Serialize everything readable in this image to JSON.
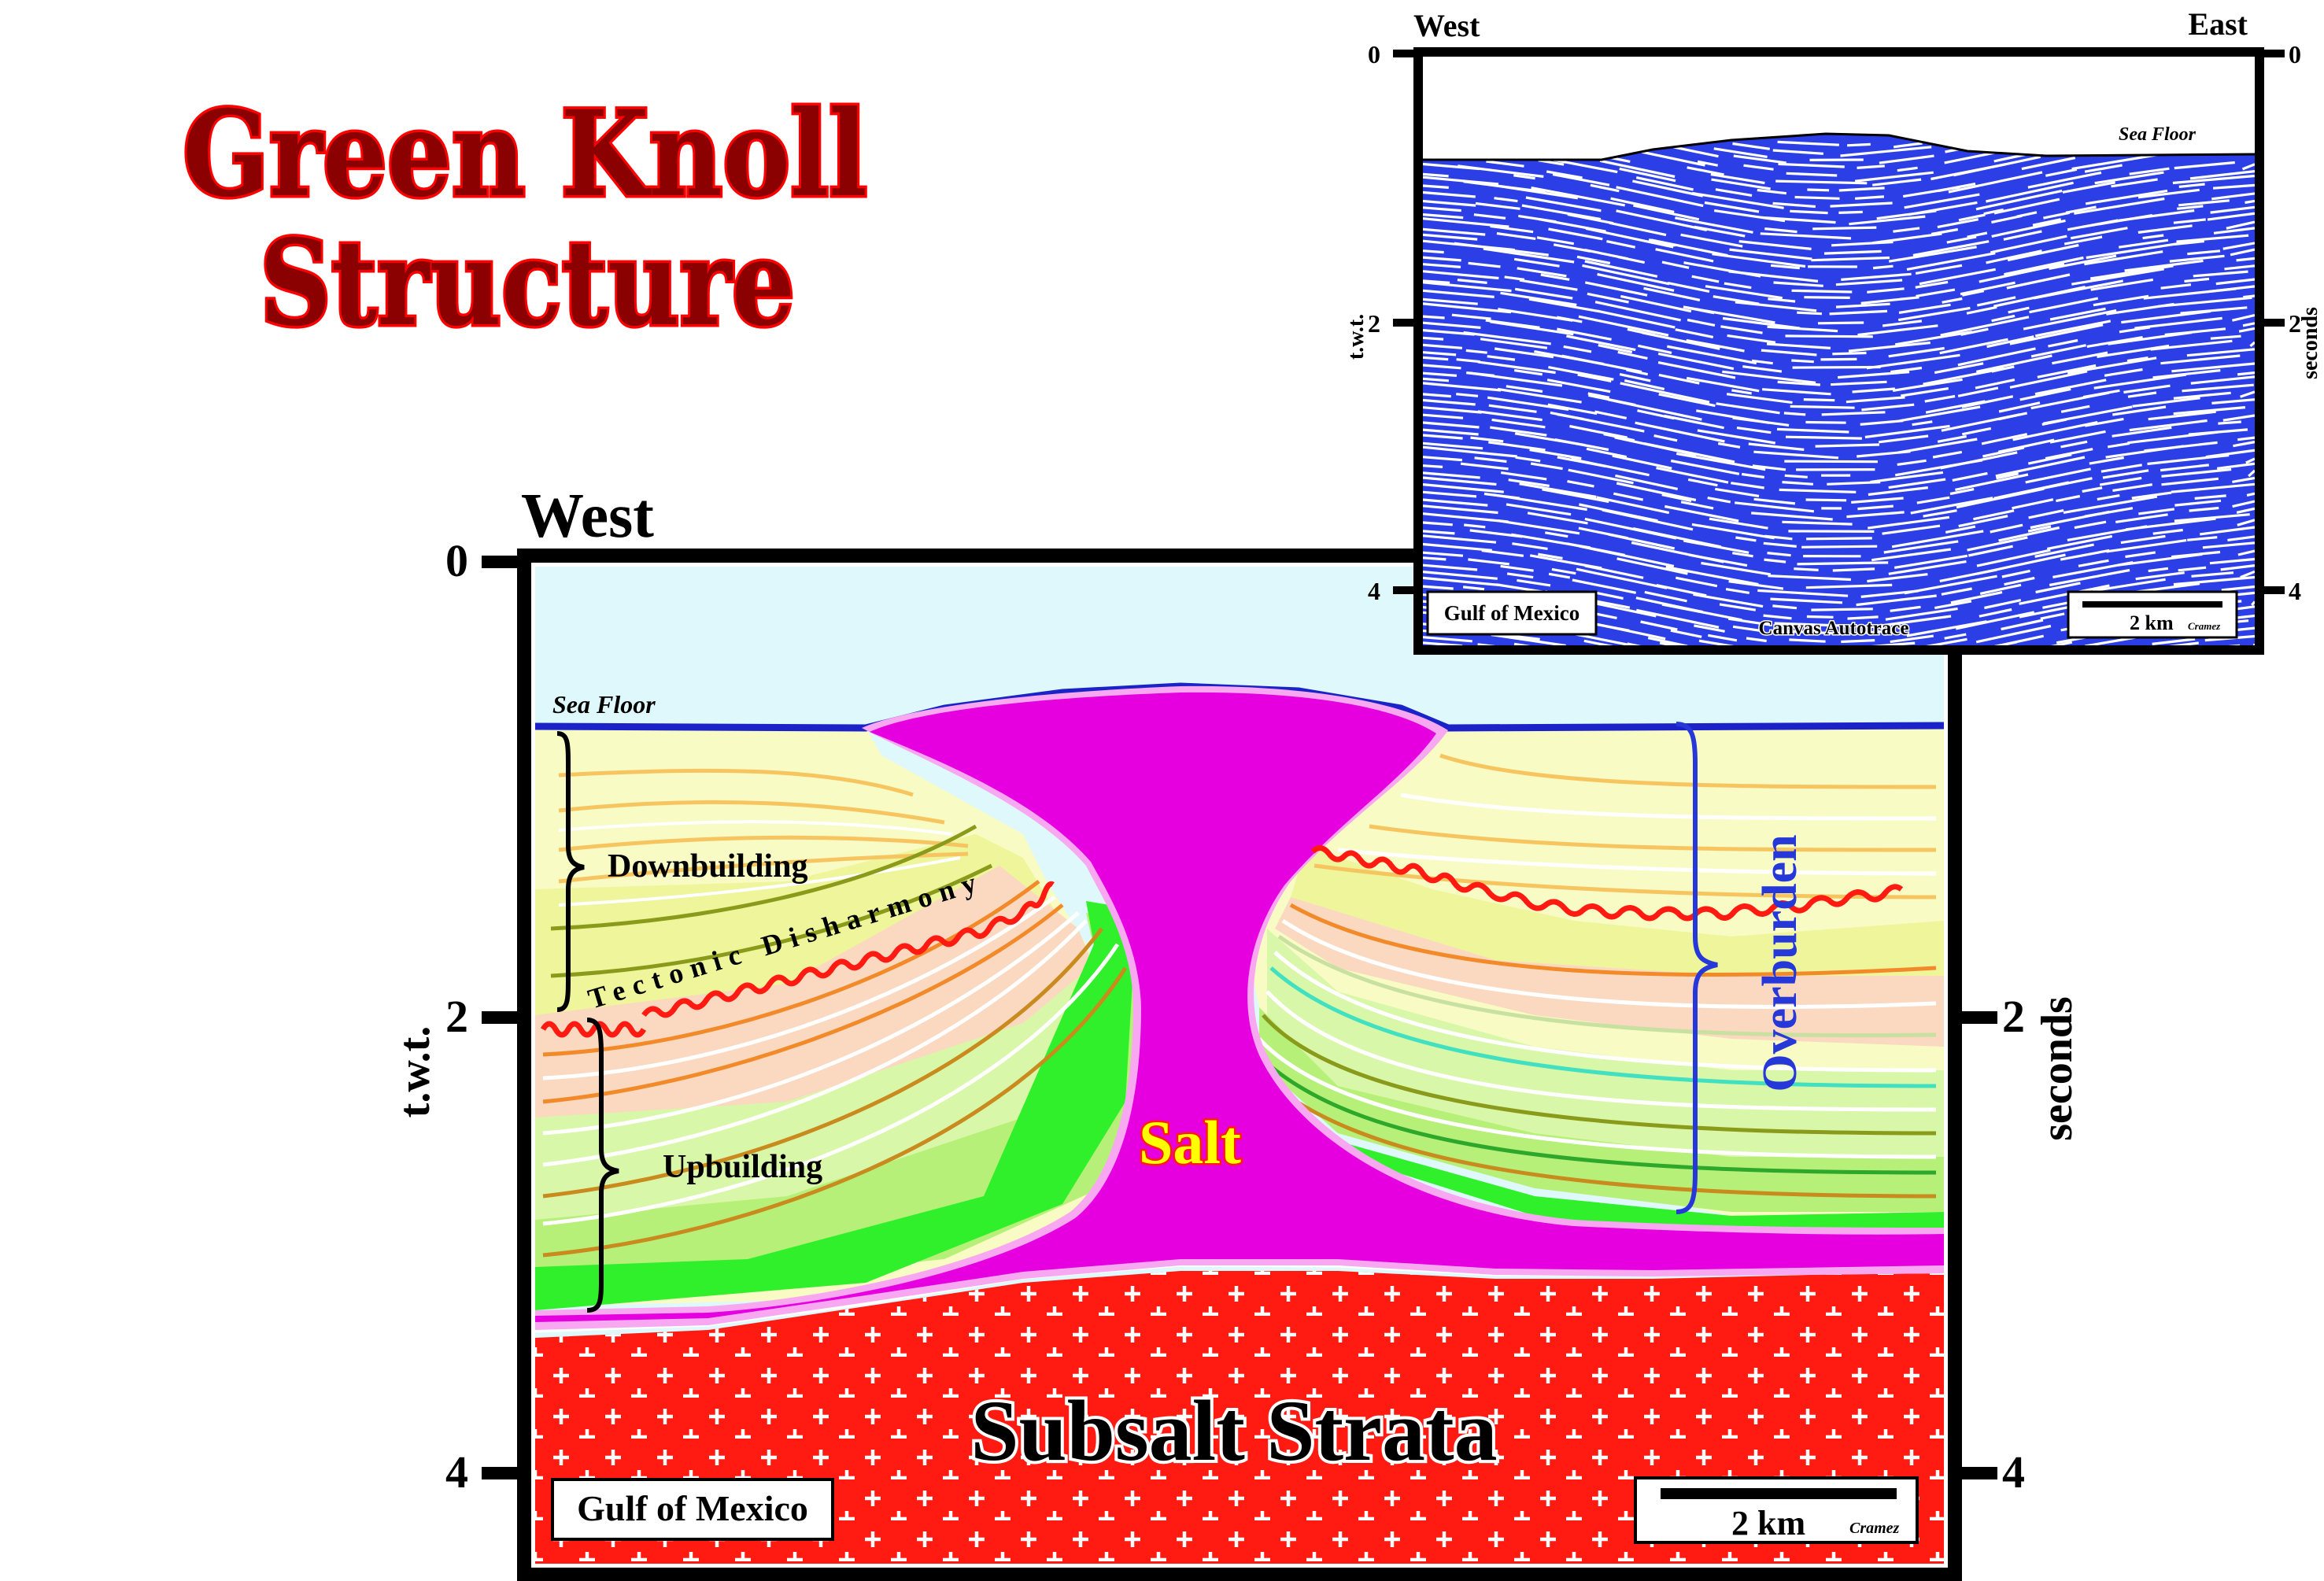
{
  "title": {
    "line1": "Green Knoll",
    "line2": "Structure"
  },
  "colors": {
    "title_fill": "#8b0000",
    "title_outline": "#ff0000",
    "salt": "#e600e0",
    "salt_halo": "#f7a8f0",
    "subsalt": "#ff1a12",
    "water": "#dff8fb",
    "sea_floor": "#1a22c8",
    "disharmony": "#ff1a12",
    "overburden_brace": "#2638d8",
    "seismic_bg": "#2c3fe6"
  },
  "interpretation": {
    "direction_left": "West",
    "axis_left_label": "t.w.t.",
    "axis_right_label": "seconds",
    "ticks": [
      "0",
      "2",
      "4"
    ],
    "sea_floor_label": "Sea Floor",
    "downbuilding_label": "Downbuilding",
    "disharmony_label": "Tectonic Disharmony",
    "upbuilding_label": "Upbuilding",
    "salt_label": "Salt",
    "overburden_label": "Overburden",
    "subsalt_label": "Subsalt Strata",
    "region_label": "Gulf of Mexico",
    "scale_label": "2 km",
    "credit": "Cramez"
  },
  "seismic": {
    "direction_left": "West",
    "direction_right": "East",
    "axis_left_label": "t.w.t.",
    "axis_right_label": "seconds",
    "ticks": [
      "0",
      "2",
      "4"
    ],
    "sea_floor_label": "Sea Floor",
    "region_label": "Gulf of Mexico",
    "software_label": "Canvas Autotrace",
    "scale_label": "2 km",
    "credit": "Cramez"
  }
}
